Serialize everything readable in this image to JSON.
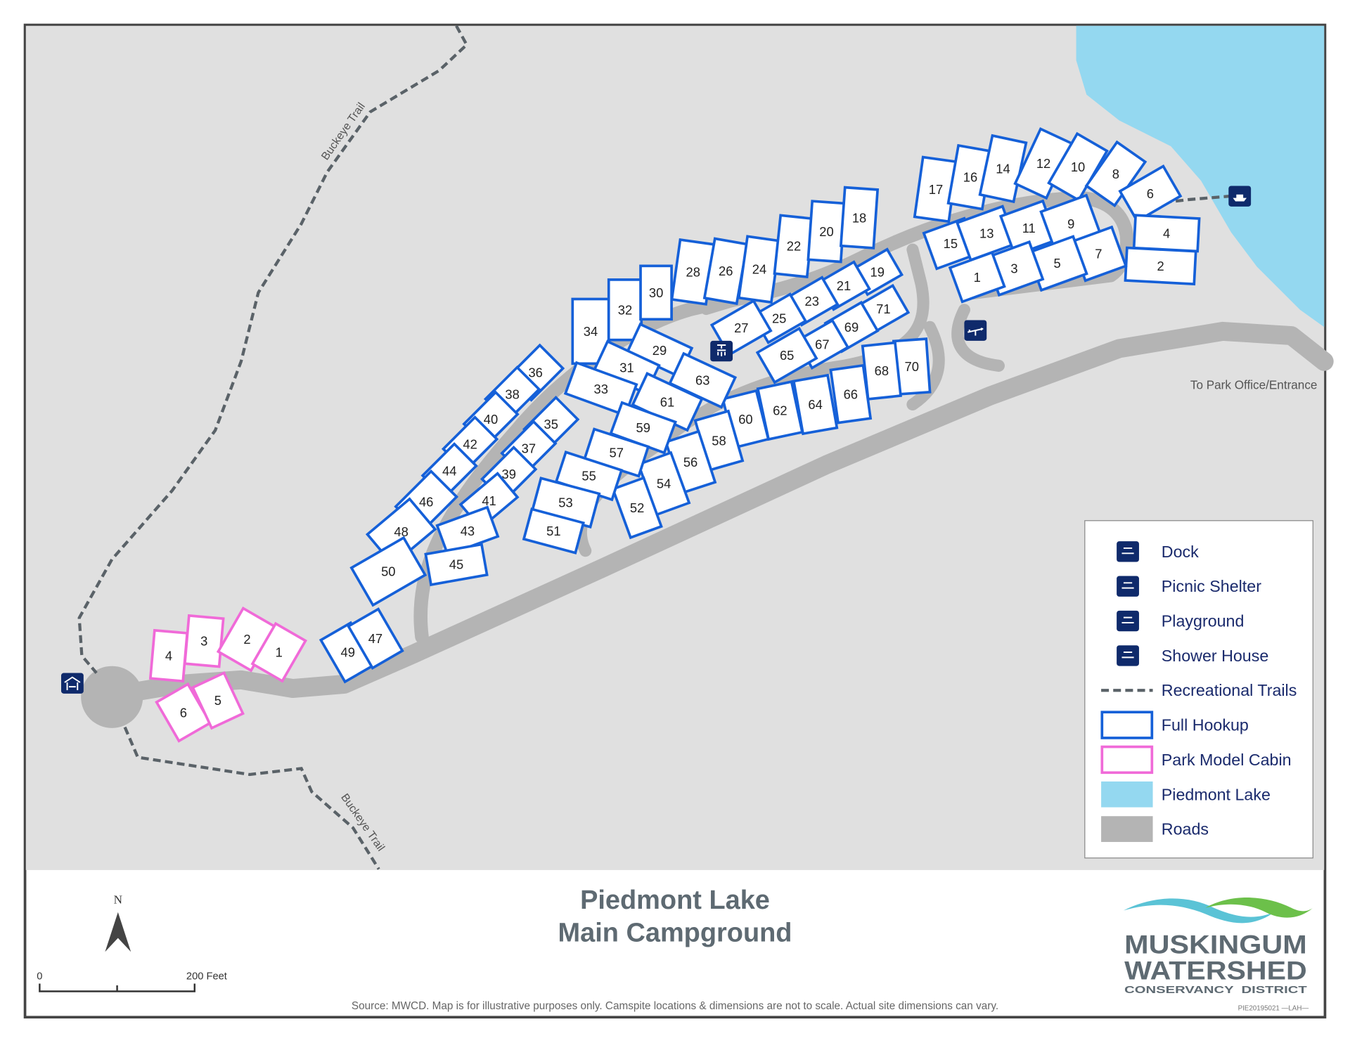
{
  "title": {
    "line1": "Piedmont Lake",
    "line2": "Main Campground"
  },
  "north_label": "N",
  "scale": {
    "start": "0",
    "end": "200 Feet"
  },
  "source_note": "Source: MWCD. Map is for illustrative purposes only. Camspite locations & dimensions are not to scale. Actual site dimensions can vary.",
  "logo": {
    "line1": "MUSKINGUM",
    "line2": "WATERSHED",
    "line3": "CONSERVANCY  DISTRICT",
    "colors": [
      "#5bc3d6",
      "#6cc04a"
    ]
  },
  "doc_id": "PIE20195021 —LAH—",
  "map_labels": {
    "trail_north": "Buckeye Trail",
    "trail_south": "Buckeye Trail",
    "entrance": "To Park Office/Entrance"
  },
  "legend": [
    {
      "label": "Dock",
      "icon": "dock-icon"
    },
    {
      "label": "Picnic Shelter",
      "icon": "picnic-shelter-icon"
    },
    {
      "label": "Playground",
      "icon": "playground-icon"
    },
    {
      "label": "Shower House",
      "icon": "shower-house-icon"
    },
    {
      "label": "Recreational Trails",
      "icon": "trail-line"
    },
    {
      "label": "Full Hookup",
      "icon": "full-hookup-swatch"
    },
    {
      "label": "Park Model Cabin",
      "icon": "cabin-swatch"
    },
    {
      "label": "Piedmont Lake",
      "icon": "lake-swatch"
    },
    {
      "label": "Roads",
      "icon": "road-swatch"
    }
  ],
  "colors": {
    "full_hookup": "#1560d8",
    "cabin": "#f06ad8",
    "lake": "#94d8f0",
    "road": "#b4b4b4",
    "ground": "#e0e0e0",
    "icon_bg": "#0f2a6b",
    "trail": "#5a6268"
  },
  "sites": {
    "full_hookup": [
      "34",
      "32",
      "30",
      "28",
      "26",
      "24",
      "22",
      "20",
      "18",
      "17",
      "16",
      "14",
      "12",
      "10",
      "8",
      "6",
      "4",
      "2",
      "15",
      "13",
      "11",
      "9",
      "7",
      "5",
      "3",
      "1",
      "19",
      "21",
      "23",
      "25",
      "27",
      "71",
      "69",
      "67",
      "65",
      "70",
      "68",
      "66",
      "64",
      "62",
      "60",
      "58",
      "56",
      "54",
      "52",
      "29",
      "31",
      "33",
      "63",
      "61",
      "59",
      "57",
      "55",
      "53",
      "51",
      "36",
      "38",
      "40",
      "42",
      "44",
      "46",
      "48",
      "50",
      "35",
      "37",
      "39",
      "41",
      "43",
      "45",
      "49",
      "47"
    ],
    "cabins": [
      "4",
      "3",
      "2",
      "1",
      "6",
      "5"
    ]
  }
}
